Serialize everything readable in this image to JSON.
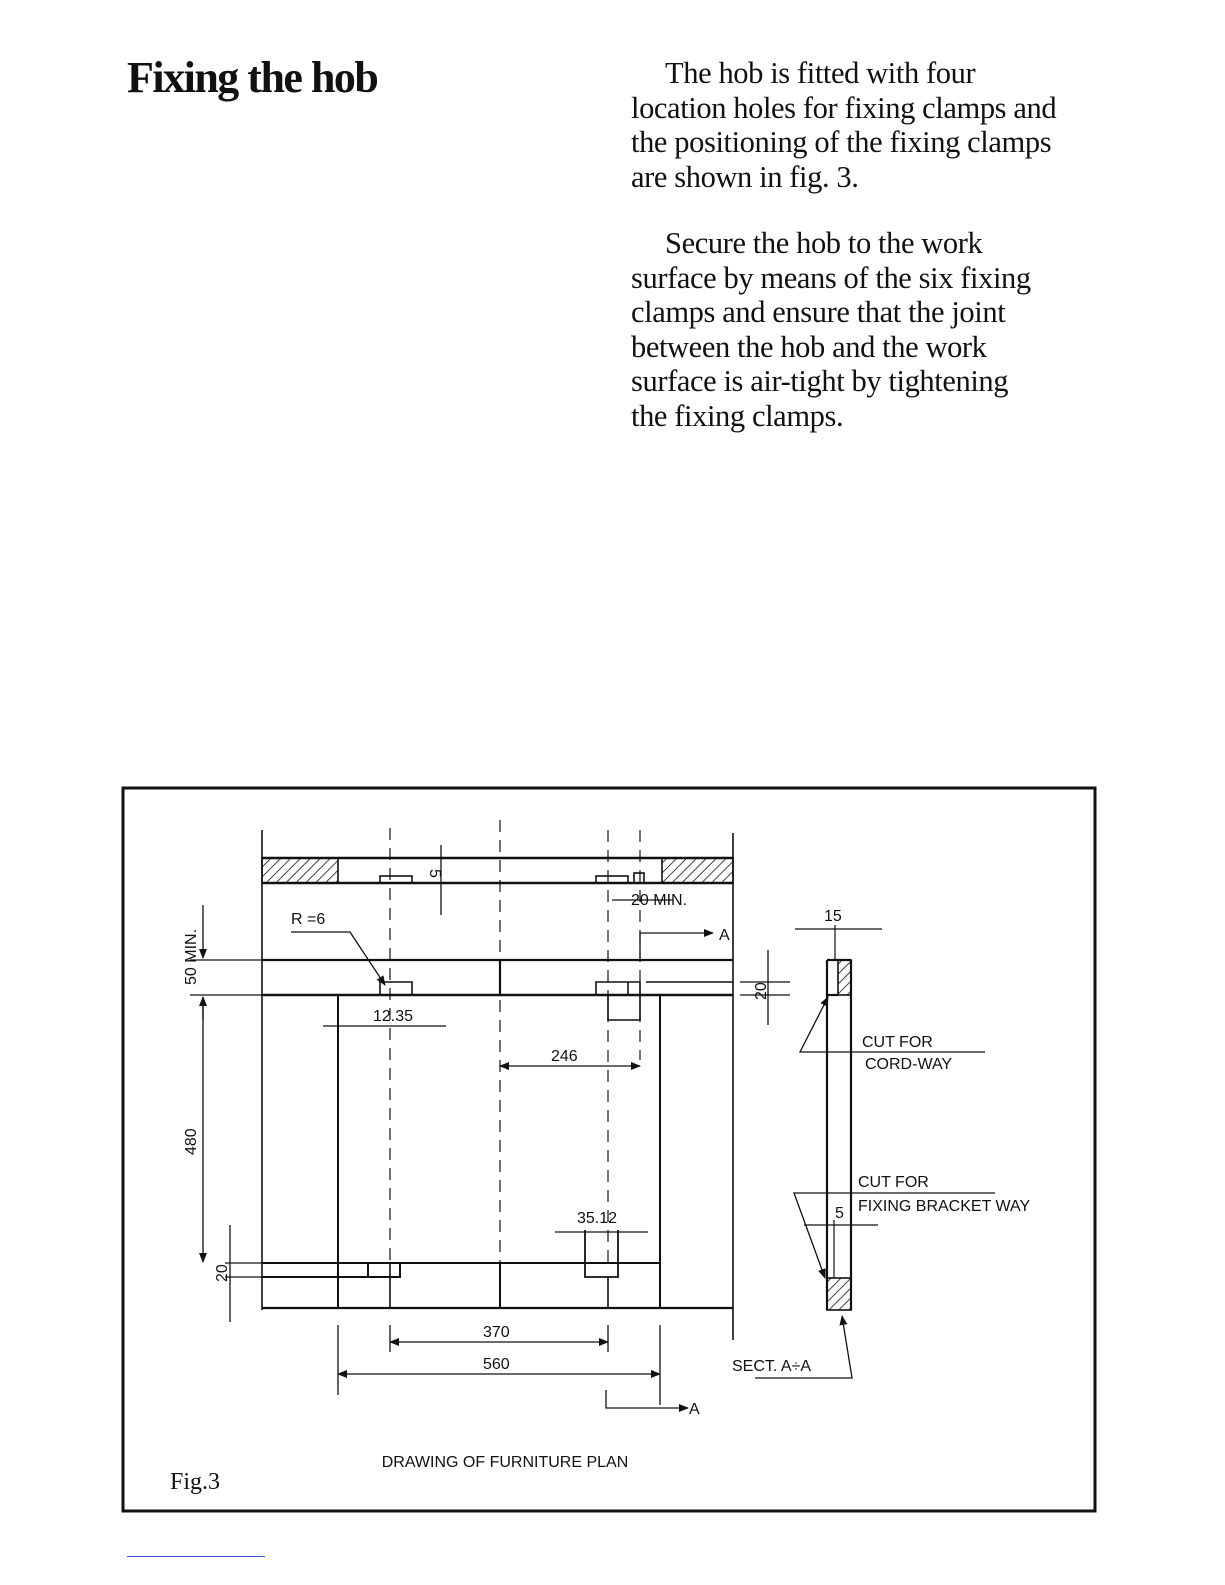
{
  "page": {
    "title": "Fixing the hob",
    "paragraphs": [
      {
        "lines": [
          "The hob is fitted with four",
          "location holes for fixing clamps and",
          "the positioning of the fixing clamps",
          "are shown in fig. 3."
        ]
      },
      {
        "lines": [
          "Secure the hob to the work",
          "surface by means of the six fixing",
          "clamps and ensure that the joint",
          "between the hob and the work",
          "surface is air-tight by tightening",
          "the fixing clamps."
        ]
      }
    ]
  },
  "figure": {
    "label": "Fig.3",
    "caption": "DRAWING OF FURNITURE PLAN",
    "dimensions": {
      "d5_top": "5",
      "d20_min": "20 MIN.",
      "r6": "R =6",
      "d50_min": "50 MIN.",
      "d12_35": "12.35",
      "d246": "246",
      "d480": "480",
      "d35_12": "35.12",
      "d20_left": "20",
      "d20_right": "20",
      "d370": "370",
      "d560": "560",
      "d15": "15",
      "d5_section": "5"
    },
    "section_marks": {
      "top": "A",
      "bottom": "A"
    },
    "notes": {
      "cord_way_1": "CUT FOR",
      "cord_way_2": "CORD-WAY",
      "bracket_1": "CUT FOR",
      "bracket_2": "FIXING BRACKET WAY",
      "section": "SECT. A÷A"
    }
  }
}
